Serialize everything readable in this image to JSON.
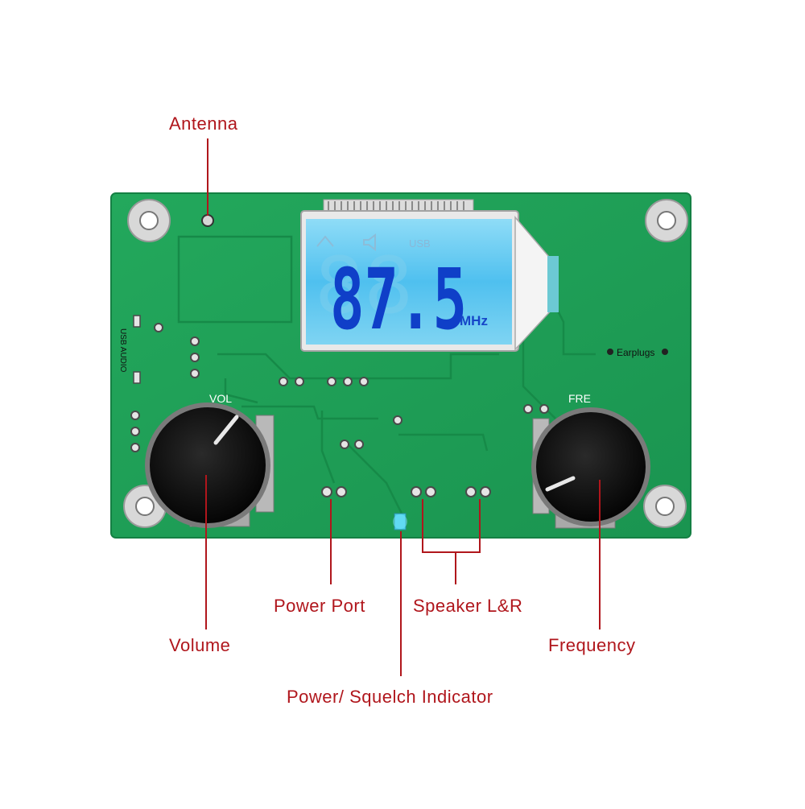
{
  "callouts": {
    "antenna": "Antenna",
    "power_port": "Power Port",
    "speaker": "Speaker L&R",
    "volume": "Volume",
    "frequency": "Frequency",
    "indicator": "Power/ Squelch Indicator"
  },
  "board": {
    "lcd_frequency": "87.5",
    "lcd_unit": "MHz",
    "lcd_usb": "USB",
    "earplugs_label": "Earplugs",
    "usb_audio_label": "USB AUDIO",
    "vol_label": "VOL",
    "fre_label": "FRE"
  },
  "colors": {
    "pcb": "#1e9e55",
    "lcd": "#5ec8ef",
    "digits": "#0f3fc8",
    "callout": "#b0161c"
  }
}
